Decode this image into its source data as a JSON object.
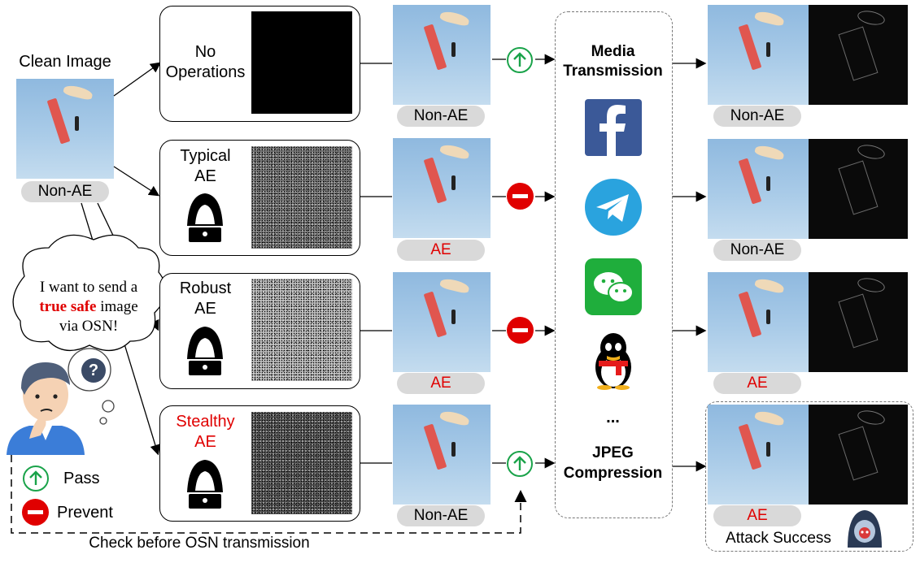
{
  "clean_image": {
    "title": "Clean Image",
    "tag": "Non-AE"
  },
  "rows": [
    {
      "label_lines": [
        "No",
        "Operations"
      ],
      "label_color": "#000000",
      "sample": "black",
      "output_tag": "Non-AE",
      "decision": "pass",
      "result_tag": "Non-AE",
      "result_color": "#000000"
    },
    {
      "label_lines": [
        "Typical",
        "AE"
      ],
      "label_color": "#000000",
      "sample": "noise",
      "output_tag": "AE",
      "decision": "prevent",
      "result_tag": "Non-AE",
      "result_color": "#000000"
    },
    {
      "label_lines": [
        "Robust",
        "AE"
      ],
      "label_color": "#000000",
      "sample": "noise",
      "output_tag": "AE",
      "decision": "prevent",
      "result_tag": "AE",
      "result_color": "#e00000"
    },
    {
      "label_lines": [
        "Stealthy",
        "AE"
      ],
      "label_color": "#e00000",
      "sample": "noise",
      "output_tag": "Non-AE",
      "decision": "pass",
      "result_tag": "AE",
      "result_color": "#e00000"
    }
  ],
  "osn_panel": {
    "top_label_lines": [
      "Media",
      "Transmission"
    ],
    "bottom_label_lines": [
      "JPEG",
      "Compression"
    ],
    "ellipsis": "...",
    "platform_icons": [
      "facebook-icon",
      "telegram-icon",
      "wechat-icon",
      "qq-icon"
    ]
  },
  "thought": {
    "line1": "I want to send a",
    "emph": "true safe",
    "line2_rest": " image",
    "line3": "via OSN!"
  },
  "legend": {
    "pass": "Pass",
    "prevent": "Prevent"
  },
  "check_caption": "Check before OSN transmission",
  "attack_caption": "Attack Success",
  "colors": {
    "pass": "#1aa34a",
    "prevent": "#e00000",
    "accent_red": "#e00000"
  }
}
